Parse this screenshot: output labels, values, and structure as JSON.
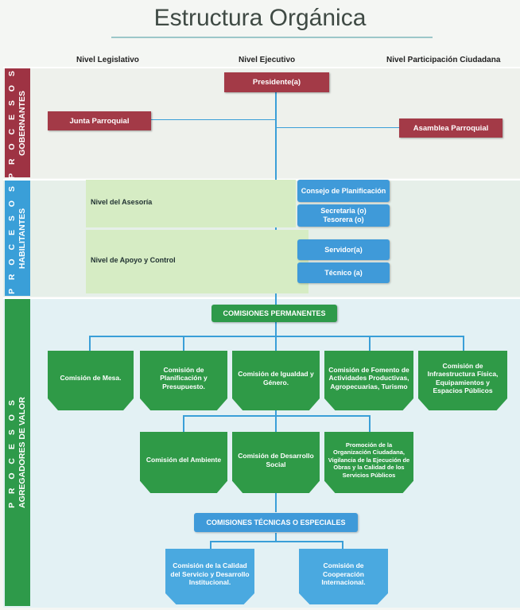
{
  "title": "Estructura Orgánica",
  "columns": {
    "legislativo": "Nivel Legislativo",
    "ejecutivo": "Nivel Ejecutivo",
    "participacion": "Nivel Participación Ciudadana"
  },
  "bands": {
    "gobernantes": {
      "line1": "P R O C E S O S",
      "line2": "GOBERNANTES"
    },
    "habilitantes": {
      "line1": "P R O C E S O S",
      "line2": "HABILITANTES"
    },
    "agregadores": {
      "line1": "P R O C E S O S",
      "line2": "AGREGADORES DE VALOR"
    }
  },
  "gobernantes": {
    "presidente": "Presidente(a)",
    "junta": "Junta Parroquial",
    "asamblea": "Asamblea Parroquial"
  },
  "habilitantes": {
    "asesoria_label": "Nivel del Asesoría",
    "apoyo_label": "Nivel de Apoyo y Control",
    "consejo": "Consejo de Planificación",
    "secretaria_l1": "Secretaria (o)",
    "secretaria_l2": "Tesorera (o)",
    "servidor": "Servidor(a)",
    "tecnico": "Técnico (a)"
  },
  "agregadores": {
    "permanentes": "COMISIONES PERMANENTES",
    "row1": [
      "Comisión de Mesa.",
      "Comisión de Planificación y Presupuesto.",
      "Comisión de Igualdad y Género.",
      "Comisión de Fomento de Actividades Productivas, Agropecuarias, Turismo",
      "Comisión de Infraestructura Física, Equipamientos y Espacios Públicos"
    ],
    "row2": [
      "Comisión del Ambiente",
      "Comisión de Desarrollo Social",
      "Promoción de la Organización Ciudadana, Vigilancia de la Ejecución de Obras y la Calidad de los Servicios Públicos"
    ],
    "tecnicas": "COMISIONES TÉCNICAS O ESPECIALES",
    "row3": [
      "Comisión de la Calidad del Servicio y Desarrollo Institucional.",
      "Comisión de Cooperación Internacional."
    ]
  },
  "colors": {
    "gobernantes_tab": "#9e3343",
    "habilitantes_tab": "#3a9fd8",
    "agregadores_tab": "#2e9a4a",
    "red_box": "#a33a47",
    "blue_box": "#3f9ad9",
    "green_box": "#2f9a47"
  }
}
